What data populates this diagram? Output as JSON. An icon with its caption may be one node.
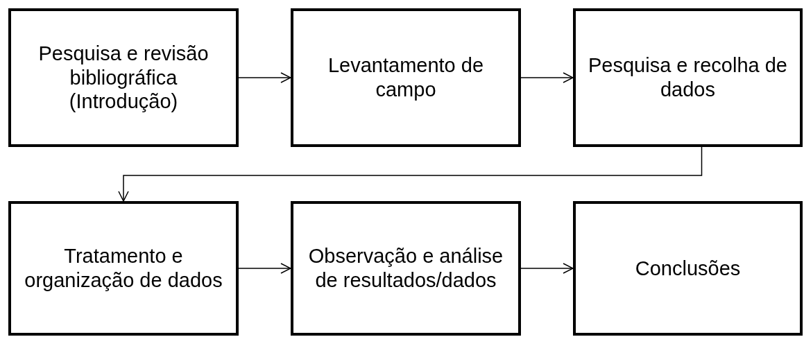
{
  "diagram": {
    "nodes": [
      {
        "text": [
          "Pesquisa e revisão bibliográfica (Introdução)"
        ]
      },
      {
        "text": [
          "Levantamento de campo"
        ]
      },
      {
        "text": [
          "Pesquisa e recolha de dados"
        ]
      },
      {
        "text": [
          "Tratamento e organização de dados"
        ]
      },
      {
        "text": [
          "Observação e análise de resultados/dados"
        ]
      },
      {
        "text": [
          "Conclusões"
        ]
      }
    ],
    "edges": [
      {
        "from": 0,
        "to": 1,
        "arrow": "to"
      },
      {
        "from": 1,
        "to": 2,
        "arrow": "to"
      },
      {
        "from": 2,
        "to": 3,
        "arrow": "to"
      },
      {
        "from": 3,
        "to": 4,
        "arrow": "to"
      },
      {
        "from": 4,
        "to": 5,
        "arrow": "to"
      }
    ]
  }
}
